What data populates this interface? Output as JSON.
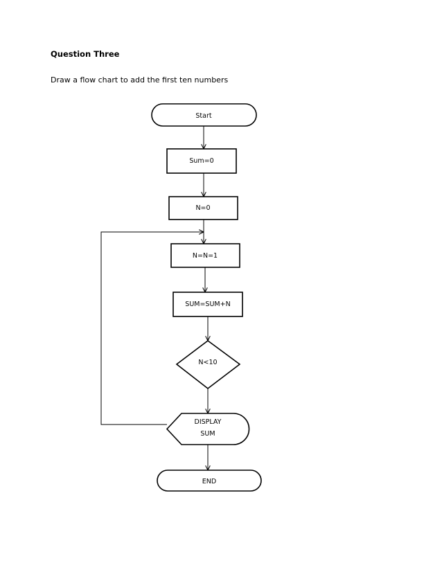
{
  "document": {
    "heading": "Question Three",
    "instruction": "Draw a flow chart to add the first ten numbers"
  },
  "flowchart": {
    "start": "Start",
    "sum_init": "Sum=0",
    "n_init": "N=0",
    "increment": "N=N=1",
    "accumulate": "SUM=SUM+N",
    "condition": "N<10",
    "display_line1": "DISPLAY",
    "display_line2": "SUM",
    "end": "END"
  }
}
